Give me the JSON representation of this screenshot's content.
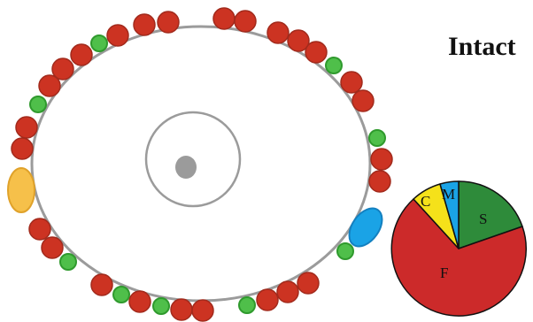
{
  "title": "Intact",
  "colors": {
    "cell_outline": "#9b9b9b",
    "nucleus": "#9b9b9b",
    "red_particle": "#cc3322",
    "red_stroke": "#a22a1c",
    "green_particle": "#4fbf4a",
    "green_stroke": "#2f9a2d",
    "yellow_particle": "#f6c04a",
    "yellow_stroke": "#e0a22a",
    "blue_particle": "#1aa3e6",
    "blue_stroke": "#1380c0"
  },
  "pie": {
    "slices": [
      {
        "key": "S",
        "label": "S",
        "color": "#2e8b3a"
      },
      {
        "key": "F",
        "label": "F",
        "color": "#cc2a2a"
      },
      {
        "key": "C",
        "label": "C",
        "color": "#f5e11a"
      },
      {
        "key": "M",
        "label": "M",
        "color": "#1aa3e6"
      }
    ]
  }
}
